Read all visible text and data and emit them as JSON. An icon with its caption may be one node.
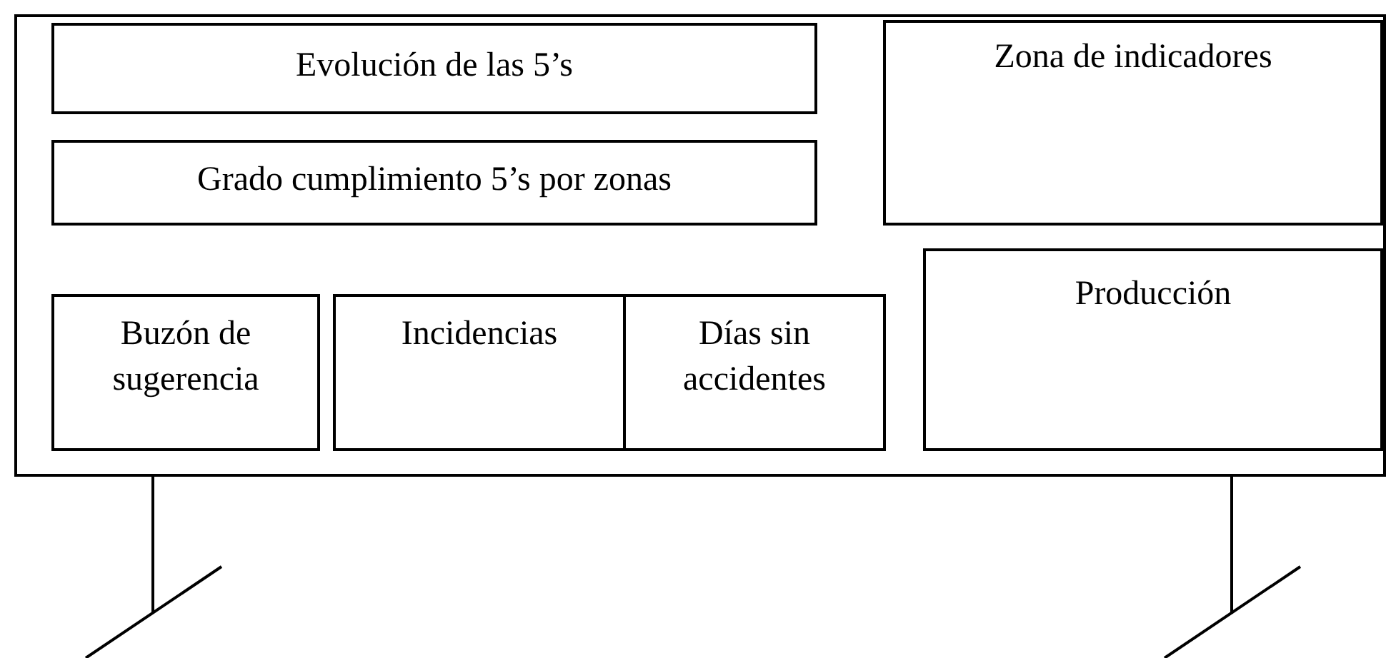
{
  "diagram": {
    "nodes": [
      {
        "text": [],
        "shape": "box"
      },
      {
        "text": [
          "Evolución de las 5’s"
        ],
        "in": 0
      },
      {
        "text": [
          "Zona de indicadores"
        ],
        "in": 0
      },
      {
        "text": [
          "Grado cumplimiento 5’s por zonas"
        ],
        "in": 0
      },
      {
        "text": [
          "Producción"
        ],
        "in": 0
      },
      {
        "text": [
          "Buzón de sugerencia"
        ],
        "in": 0
      },
      {
        "text": [
          "Incidencias"
        ],
        "in": 0
      },
      {
        "text": [
          "Días sin accidentes"
        ],
        "in": 0
      }
    ],
    "edges": []
  }
}
